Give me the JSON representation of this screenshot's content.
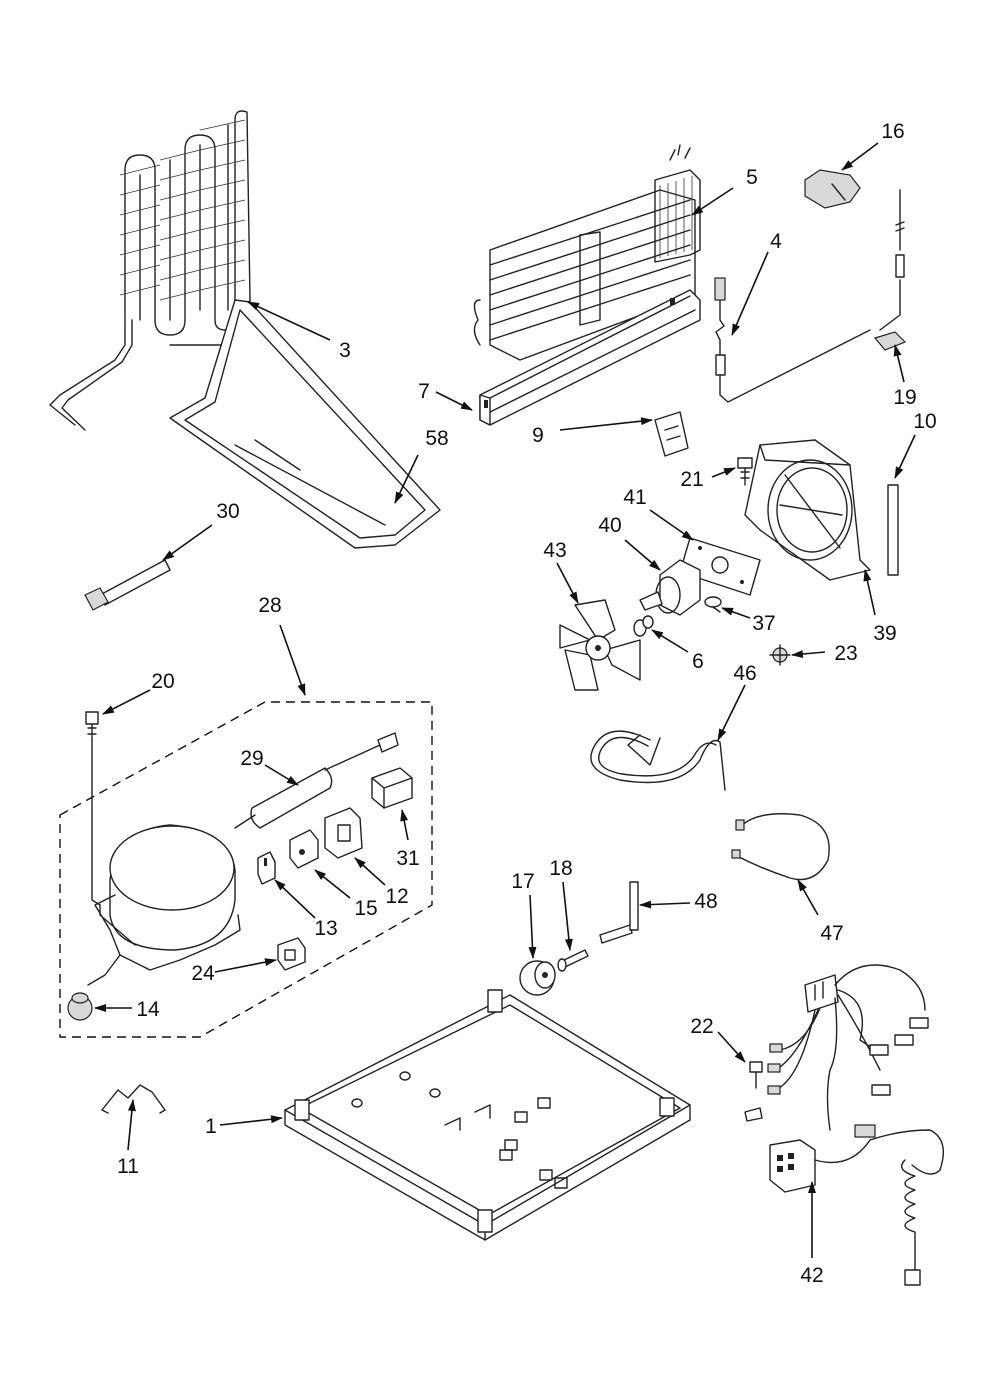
{
  "callouts": {
    "c1": "1",
    "c3": "3",
    "c4": "4",
    "c5": "5",
    "c6": "6",
    "c7": "7",
    "c9": "9",
    "c10": "10",
    "c11": "11",
    "c12": "12",
    "c13": "13",
    "c14": "14",
    "c15": "15",
    "c16": "16",
    "c17": "17",
    "c18": "18",
    "c19": "19",
    "c20": "20",
    "c21": "21",
    "c22": "22",
    "c23": "23",
    "c24": "24",
    "c28": "28",
    "c29": "29",
    "c30": "30",
    "c31": "31",
    "c37": "37",
    "c39": "39",
    "c40": "40",
    "c41": "41",
    "c42": "42",
    "c43": "43",
    "c46": "46",
    "c47": "47",
    "c48": "48",
    "c58": "58"
  }
}
